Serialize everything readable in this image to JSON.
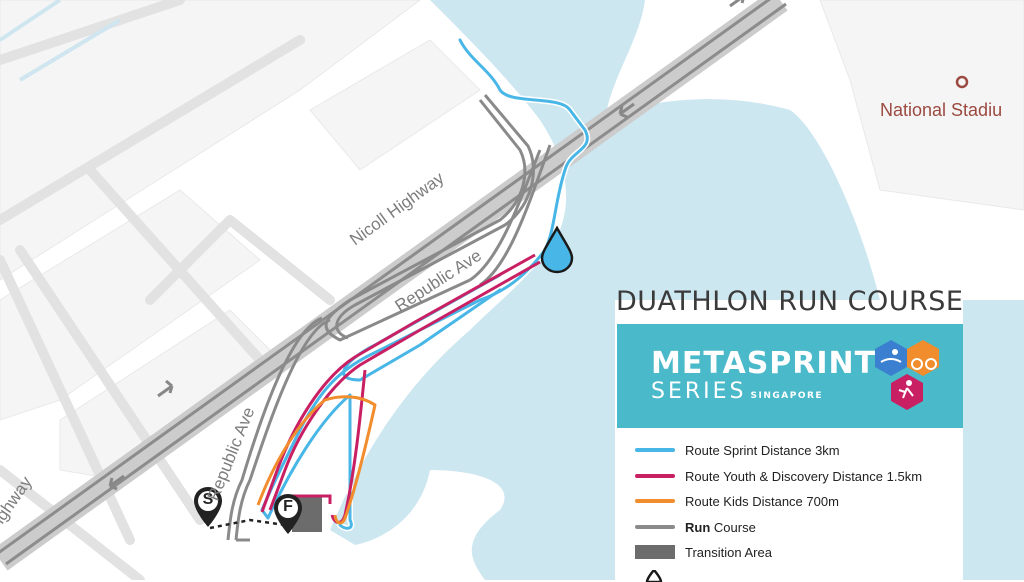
{
  "map": {
    "labels": {
      "nicoll_highway": "Nicoll Highway",
      "republic_ave_1": "Republic Ave",
      "republic_ave_2": "Republic Ave",
      "highway_partial": "ighway",
      "national_stadium": "National Stadiu"
    },
    "start_marker": "S",
    "finish_marker": "F"
  },
  "legend": {
    "title": "DUATHLON RUN COURSE",
    "brand_line1": "METASPRINT",
    "brand_line2": "SERIES",
    "brand_sub": "SINGAPORE",
    "items": [
      {
        "label": "Route Sprint Distance",
        "value": "3km",
        "color": "#48b6e6"
      },
      {
        "label": "Route Youth & Discovery Distance",
        "value": "1.5km",
        "color": "#c91f63"
      },
      {
        "label": "Route Kids Distance",
        "value": "700m",
        "color": "#f18d2c"
      },
      {
        "label_bold": "Run",
        "label": "Course",
        "color": "#8a8a8a"
      },
      {
        "label": "Transition Area",
        "color": "#6c6c6c"
      }
    ]
  },
  "colors": {
    "water": "#cde7f1",
    "road": "#dcdcdc",
    "sprint": "#48b6e6",
    "youth": "#c91f63",
    "kids": "#f18d2c",
    "run": "#8a8a8a",
    "brand": "#4ab9c9"
  }
}
